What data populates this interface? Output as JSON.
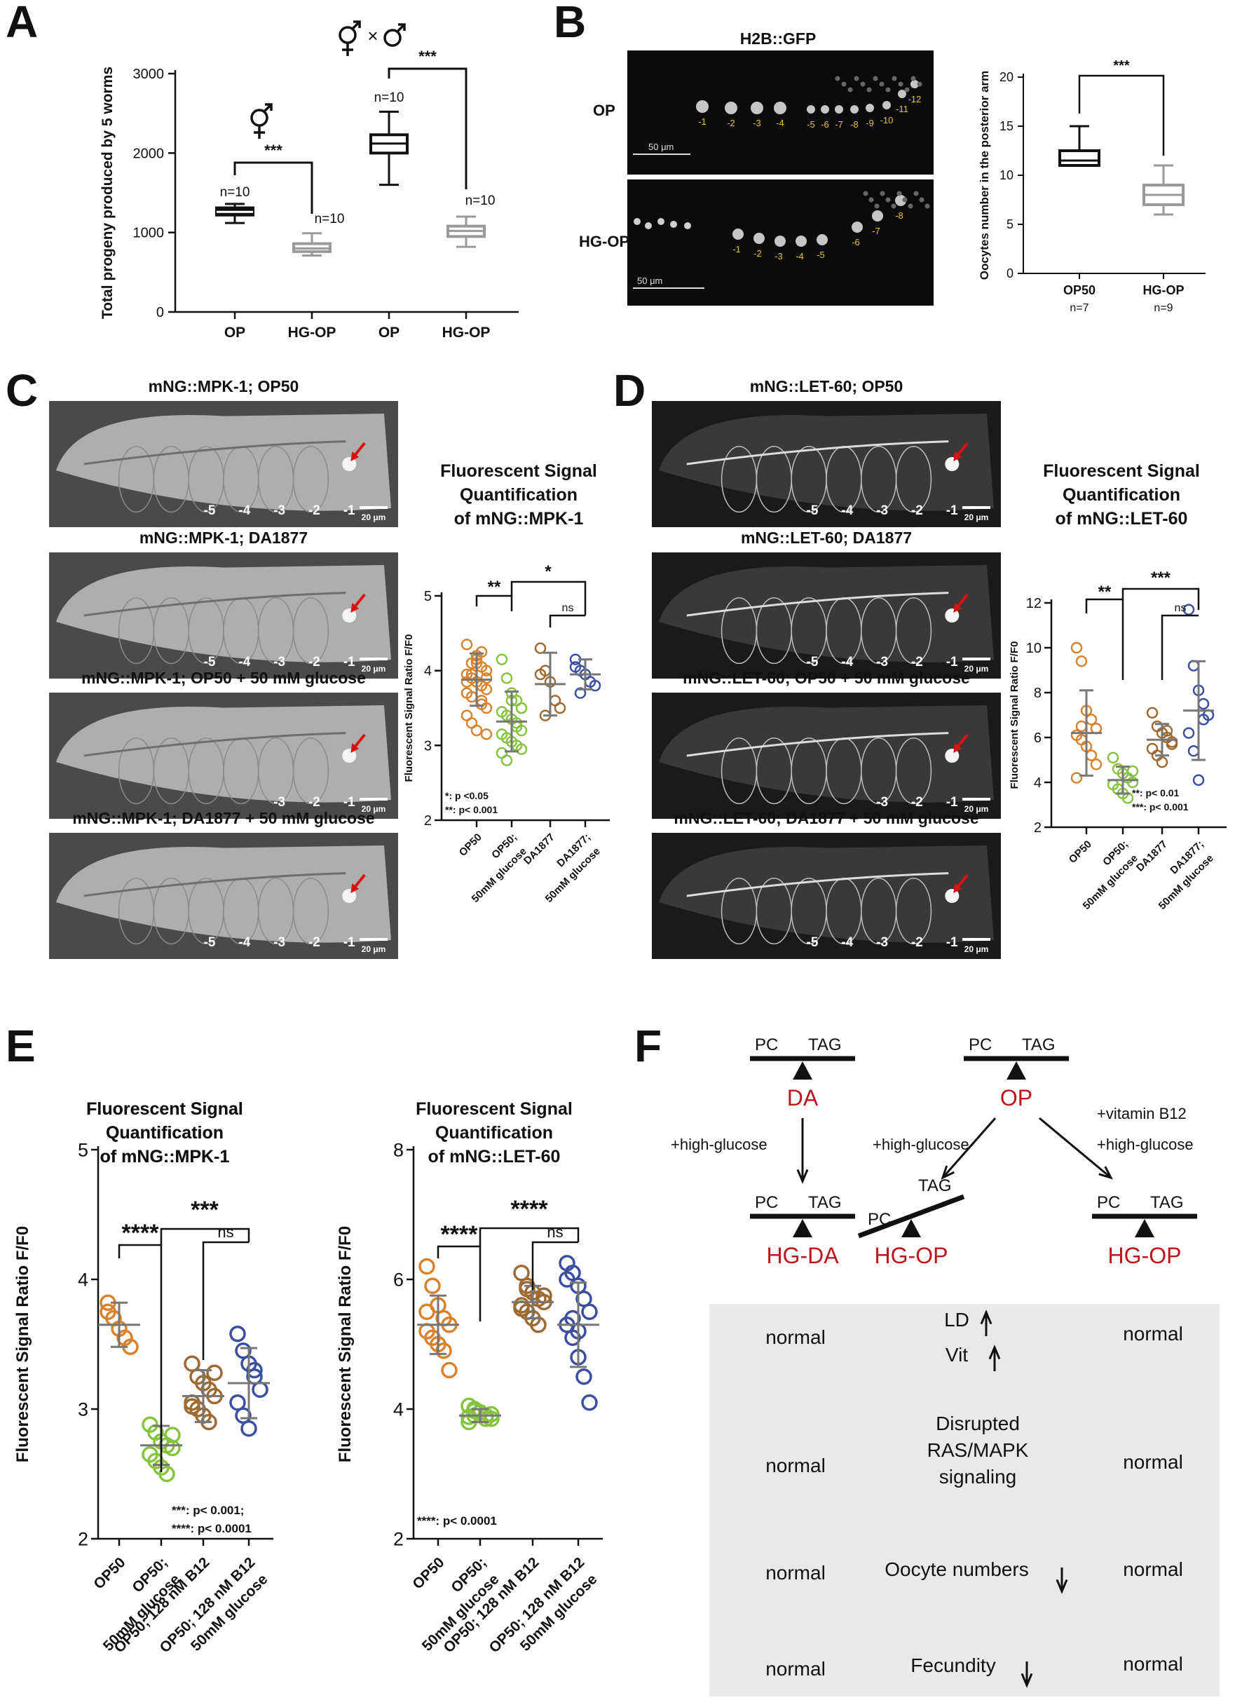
{
  "panels": {
    "A": "A",
    "B": "B",
    "C": "C",
    "D": "D",
    "E": "E",
    "F": "F"
  },
  "panelA": {
    "ylabel": "Total progeny produced by 5 worms",
    "yticks": [
      "0",
      "1000",
      "2000",
      "3000"
    ],
    "xticks": [
      "OP",
      "HG-OP",
      "OP",
      "HG-OP"
    ],
    "n": [
      "n=10",
      "n=10",
      "n=10",
      "n=10"
    ],
    "sig": [
      "***",
      "***"
    ],
    "cross": "×"
  },
  "panelB": {
    "image_title": "H2B::GFP",
    "row_labels": [
      "OP",
      "HG-OP"
    ],
    "scale": [
      "50 μm",
      "50 μm"
    ],
    "op_numbers": [
      "-1",
      "-2",
      "-3",
      "-4",
      "-5",
      "-6",
      "-7",
      "-8",
      "-9",
      "-10",
      "-11",
      "-12"
    ],
    "hg_numbers": [
      "-1",
      "-2",
      "-3",
      "-4",
      "-5",
      "-6",
      "-7",
      "-8"
    ],
    "ylabel": "Oocytes number in the posterior arm",
    "yticks": [
      "0",
      "5",
      "10",
      "15",
      "20"
    ],
    "xticks": [
      "OP50",
      "HG-OP"
    ],
    "n": [
      "n=7",
      "n=9"
    ],
    "sig": "***"
  },
  "panelC": {
    "images": [
      {
        "title": "mNG::MPK-1; OP50",
        "labels": [
          "-5",
          "-4",
          "-3",
          "-2",
          "-1"
        ],
        "scale": "20 μm"
      },
      {
        "title": "mNG::MPK-1; DA1877",
        "labels": [
          "-5",
          "-4",
          "-3",
          "-2",
          "-1"
        ],
        "scale": "20 μm"
      },
      {
        "title": "mNG::MPK-1; OP50 + 50 mM glucose",
        "labels": [
          "-3",
          "-2",
          "-1"
        ],
        "scale": "20 μm"
      },
      {
        "title": "mNG::MPK-1; DA1877 + 50 mM glucose",
        "labels": [
          "-5",
          "-4",
          "-3",
          "-2",
          "-1"
        ],
        "scale": "20 μm"
      }
    ],
    "chart_title": [
      "Fluorescent Signal",
      "Quantification",
      "of mNG::MPK-1"
    ],
    "ylabel": "Fluorescent Signal Ratio F/F0",
    "yticks": [
      "2",
      "3",
      "4",
      "5"
    ],
    "xticks": [
      "OP50",
      "OP50;",
      "50mM glucose",
      "DA1877",
      "DA1877;",
      "50mM glucose"
    ],
    "sig": [
      "**",
      "*",
      "ns"
    ],
    "footnote": [
      "*: p <0.05",
      "**: p< 0.001"
    ]
  },
  "panelD": {
    "images": [
      {
        "title": "mNG::LET-60; OP50",
        "labels": [
          "-5",
          "-4",
          "-3",
          "-2",
          "-1"
        ],
        "scale": "20 μm"
      },
      {
        "title": "mNG::LET-60; DA1877",
        "labels": [
          "-5",
          "-4",
          "-3",
          "-2",
          "-1"
        ],
        "scale": "20 μm"
      },
      {
        "title": "mNG::LET-60; OP50 + 50 mM glucose",
        "labels": [
          "-3",
          "-2",
          "-1"
        ],
        "scale": "20 μm"
      },
      {
        "title": "mNG::LET-60; DA1877 + 50 mM glucose",
        "labels": [
          "-5",
          "-4",
          "-3",
          "-2",
          "-1"
        ],
        "scale": "20 μm"
      }
    ],
    "chart_title": [
      "Fluorescent Signal",
      "Quantification",
      "of mNG::LET-60"
    ],
    "ylabel": "Fluorescent Signal Ratio F/F0",
    "yticks": [
      "2",
      "4",
      "6",
      "8",
      "10",
      "12"
    ],
    "xticks": [
      "OP50",
      "OP50;",
      "50mM glucose",
      "DA1877",
      "DA1877;",
      "50mM glucose"
    ],
    "sig": [
      "**",
      "***",
      "ns"
    ],
    "footnote": [
      "**: p< 0.01",
      "***: p< 0.001"
    ]
  },
  "panelE": {
    "left": {
      "title": [
        "Fluorescent Signal",
        "Quantification",
        "of mNG::MPK-1"
      ],
      "ylabel": "Fluorescent Signal Ratio F/F0",
      "yticks": [
        "2",
        "3",
        "4",
        "5"
      ],
      "xticks": [
        "OP50",
        "OP50;",
        "50mM glucose",
        "OP50; 128 nM B12",
        "OP50; 128 nM B12",
        "50mM glucose"
      ],
      "sig": [
        "****",
        "***",
        "ns"
      ],
      "footnote": [
        "***: p< 0.001;",
        "****: p< 0.0001"
      ]
    },
    "right": {
      "title": [
        "Fluorescent Signal",
        "Quantification",
        "of mNG::LET-60"
      ],
      "ylabel": "Fluorescent Signal Ratio F/F0",
      "yticks": [
        "2",
        "4",
        "6",
        "8"
      ],
      "xticks": [
        "OP50",
        "OP50;",
        "50mM glucose",
        "OP50; 128 nM B12",
        "OP50; 128 nM B12",
        "50mM glucose"
      ],
      "sig": [
        "****",
        "****",
        "ns"
      ],
      "footnote": [
        "****: p< 0.0001"
      ]
    }
  },
  "panelF": {
    "pc": "PC",
    "tag": "TAG",
    "da": "DA",
    "op": "OP",
    "hgda": "HG-DA",
    "hgop": "HG-OP",
    "hg1": "+high-glucose",
    "hg2": "+high-glucose",
    "b12a": "+vitamin B12",
    "b12b": "+high-glucose",
    "rows": [
      {
        "left": "normal",
        "mid": "LD",
        "mid2": "Vit",
        "right": "normal"
      },
      {
        "left": "normal",
        "mid": "Disrupted",
        "mid2": "RAS/MAPK",
        "mid3": "signaling",
        "right": "normal"
      },
      {
        "left": "normal",
        "mid": "Oocyte numbers",
        "right": "normal"
      },
      {
        "left": "normal",
        "mid": "Fecundity",
        "right": "normal"
      }
    ]
  },
  "chart_data": [
    {
      "panel": "A",
      "type": "box",
      "ylabel": "Total progeny produced by 5 worms",
      "ylim": [
        0,
        3000
      ],
      "categories": [
        "OP",
        "HG-OP",
        "OP",
        "HG-OP"
      ],
      "boxes": [
        {
          "min": 1120,
          "q1": 1220,
          "median": 1260,
          "q3": 1310,
          "max": 1360
        },
        {
          "min": 710,
          "q1": 760,
          "median": 800,
          "q3": 860,
          "max": 990
        },
        {
          "min": 1600,
          "q1": 2000,
          "median": 2120,
          "q3": 2230,
          "max": 2520
        },
        {
          "min": 820,
          "q1": 950,
          "median": 1020,
          "q3": 1080,
          "max": 1200
        }
      ]
    },
    {
      "panel": "B",
      "type": "box",
      "ylabel": "Oocytes number in the posterior arm",
      "ylim": [
        0,
        20
      ],
      "categories": [
        "OP50",
        "HG-OP"
      ],
      "boxes": [
        {
          "min": 11,
          "q1": 11,
          "median": 11.5,
          "q3": 12.5,
          "max": 15
        },
        {
          "min": 6,
          "q1": 7,
          "median": 8,
          "q3": 9,
          "max": 11
        }
      ]
    },
    {
      "panel": "C",
      "type": "scatter",
      "ylabel": "Fluorescent Signal Ratio F/F0",
      "ylim": [
        2,
        5
      ],
      "categories": [
        "OP50",
        "OP50; 50mM glucose",
        "DA1877",
        "DA1877; 50mM glucose"
      ],
      "colors": [
        "#d9822b",
        "#86c440",
        "#9c6a32",
        "#3a4fa0"
      ],
      "series": [
        {
          "mean": 3.88,
          "sd": 0.35,
          "values": [
            4.35,
            4.1,
            4.15,
            4.05,
            4.0,
            3.95,
            3.9,
            3.85,
            3.8,
            3.75,
            3.7,
            3.95,
            4.2,
            3.6,
            3.5,
            3.4,
            3.3,
            3.2,
            4.25,
            3.9,
            3.85,
            3.65,
            4.1,
            3.55,
            3.15
          ]
        },
        {
          "mean": 3.32,
          "sd": 0.4,
          "values": [
            4.15,
            3.9,
            3.7,
            3.6,
            3.5,
            3.45,
            3.4,
            3.35,
            3.3,
            3.2,
            3.15,
            3.1,
            3.05,
            3.0,
            2.95,
            2.9,
            2.8,
            3.6,
            3.25,
            3.5
          ]
        },
        {
          "mean": 3.82,
          "sd": 0.42,
          "values": [
            4.3,
            4.0,
            3.85,
            3.6,
            3.5,
            3.95,
            3.4
          ]
        },
        {
          "mean": 3.95,
          "sd": 0.2,
          "values": [
            4.15,
            4.0,
            3.95,
            3.85,
            3.8,
            4.05,
            3.7
          ]
        }
      ]
    },
    {
      "panel": "D",
      "type": "scatter",
      "ylabel": "Fluorescent Signal Ratio F/F0",
      "ylim": [
        2,
        12
      ],
      "categories": [
        "OP50",
        "OP50; 50mM glucose",
        "DA1877",
        "DA1877; 50mM glucose"
      ],
      "colors": [
        "#d9822b",
        "#86c440",
        "#9c6a32",
        "#3a4fa0"
      ],
      "series": [
        {
          "mean": 6.2,
          "sd": 1.9,
          "values": [
            10.0,
            9.4,
            7.2,
            6.8,
            6.4,
            6.1,
            5.9,
            5.6,
            5.2,
            4.8,
            4.2,
            6.5
          ]
        },
        {
          "mean": 4.1,
          "sd": 0.6,
          "values": [
            5.1,
            4.6,
            4.4,
            4.2,
            4.0,
            3.9,
            3.7,
            3.5,
            3.3,
            4.5
          ]
        },
        {
          "mean": 5.9,
          "sd": 0.7,
          "values": [
            7.1,
            6.5,
            6.2,
            6.0,
            5.8,
            5.5,
            5.2,
            4.9,
            6.3,
            5.7
          ]
        },
        {
          "mean": 7.2,
          "sd": 2.2,
          "values": [
            11.7,
            9.2,
            8.1,
            7.5,
            7.0,
            6.2,
            5.4,
            4.1,
            6.8
          ]
        }
      ]
    },
    {
      "panel": "E-left",
      "type": "scatter",
      "ylabel": "Fluorescent Signal Ratio F/F0",
      "ylim": [
        2,
        5
      ],
      "categories": [
        "OP50",
        "OP50; 50mM glucose",
        "OP50; 128 nM B12",
        "OP50; 128 nM B12 50mM glucose"
      ],
      "colors": [
        "#d9822b",
        "#86c440",
        "#9c6a32",
        "#3a4fa0"
      ],
      "series": [
        {
          "mean": 3.65,
          "sd": 0.17,
          "values": [
            3.82,
            3.7,
            3.62,
            3.55,
            3.48,
            3.75
          ]
        },
        {
          "mean": 2.72,
          "sd": 0.15,
          "values": [
            2.88,
            2.82,
            2.75,
            2.72,
            2.7,
            2.65,
            2.6,
            2.55,
            2.5,
            2.8
          ]
        },
        {
          "mean": 3.1,
          "sd": 0.2,
          "values": [
            3.35,
            3.25,
            3.2,
            3.15,
            3.1,
            3.05,
            3.0,
            2.95,
            2.9,
            3.28,
            3.02
          ]
        },
        {
          "mean": 3.2,
          "sd": 0.27,
          "values": [
            3.58,
            3.45,
            3.35,
            3.25,
            3.15,
            3.05,
            2.95,
            2.85,
            3.3
          ]
        }
      ]
    },
    {
      "panel": "E-right",
      "type": "scatter",
      "ylabel": "Fluorescent Signal Ratio F/F0",
      "ylim": [
        2,
        8
      ],
      "categories": [
        "OP50",
        "OP50; 50mM glucose",
        "OP50; 128 nM B12",
        "OP50; 128 nM B12 50mM glucose"
      ],
      "colors": [
        "#d9822b",
        "#86c440",
        "#9c6a32",
        "#3a4fa0"
      ],
      "series": [
        {
          "mean": 5.3,
          "sd": 0.45,
          "values": [
            6.2,
            5.9,
            5.6,
            5.4,
            5.3,
            5.2,
            5.1,
            5.0,
            4.9,
            4.6,
            5.5
          ]
        },
        {
          "mean": 3.9,
          "sd": 0.1,
          "values": [
            4.05,
            4.0,
            3.95,
            3.9,
            3.85,
            3.8,
            3.9,
            3.95,
            3.85,
            3.92,
            3.88,
            3.97
          ]
        },
        {
          "mean": 5.65,
          "sd": 0.25,
          "values": [
            6.1,
            5.9,
            5.8,
            5.7,
            5.65,
            5.6,
            5.5,
            5.4,
            5.3,
            5.75,
            5.55,
            5.85
          ]
        },
        {
          "mean": 5.3,
          "sd": 0.65,
          "values": [
            6.25,
            6.1,
            5.9,
            5.7,
            5.5,
            5.3,
            5.1,
            4.8,
            4.5,
            4.1,
            6.0,
            5.4,
            5.2
          ]
        }
      ]
    }
  ]
}
